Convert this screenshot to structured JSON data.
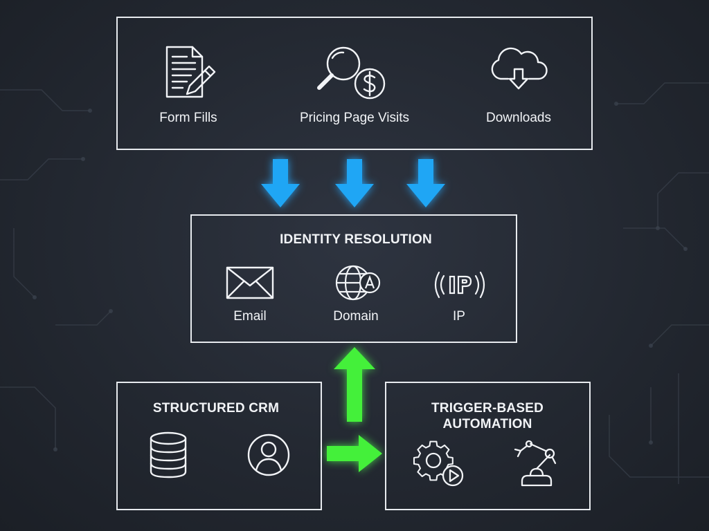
{
  "colors": {
    "background": "#252a32",
    "box_border": "#e8ebef",
    "text": "#f2f4f7",
    "arrow_blue": "#1fa6f5",
    "arrow_green": "#44f03a"
  },
  "sources": {
    "items": [
      {
        "label": "Form Fills",
        "icon": "form-edit-icon"
      },
      {
        "label": "Pricing Page Visits",
        "icon": "search-dollar-icon"
      },
      {
        "label": "Downloads",
        "icon": "cloud-download-icon"
      }
    ]
  },
  "identity": {
    "title": "IDENTITY RESOLUTION",
    "items": [
      {
        "label": "Email",
        "icon": "envelope-icon"
      },
      {
        "label": "Domain",
        "icon": "globe-icon"
      },
      {
        "label": "IP",
        "icon": "ip-signal-icon"
      }
    ]
  },
  "crm": {
    "title": "STRUCTURED CRM",
    "icons": [
      "database-icon",
      "user-profile-icon"
    ]
  },
  "automation": {
    "title_line1": "TRIGGER-BASED",
    "title_line2": "AUTOMATION",
    "icons": [
      "gear-play-icon",
      "robot-arm-icon"
    ]
  }
}
